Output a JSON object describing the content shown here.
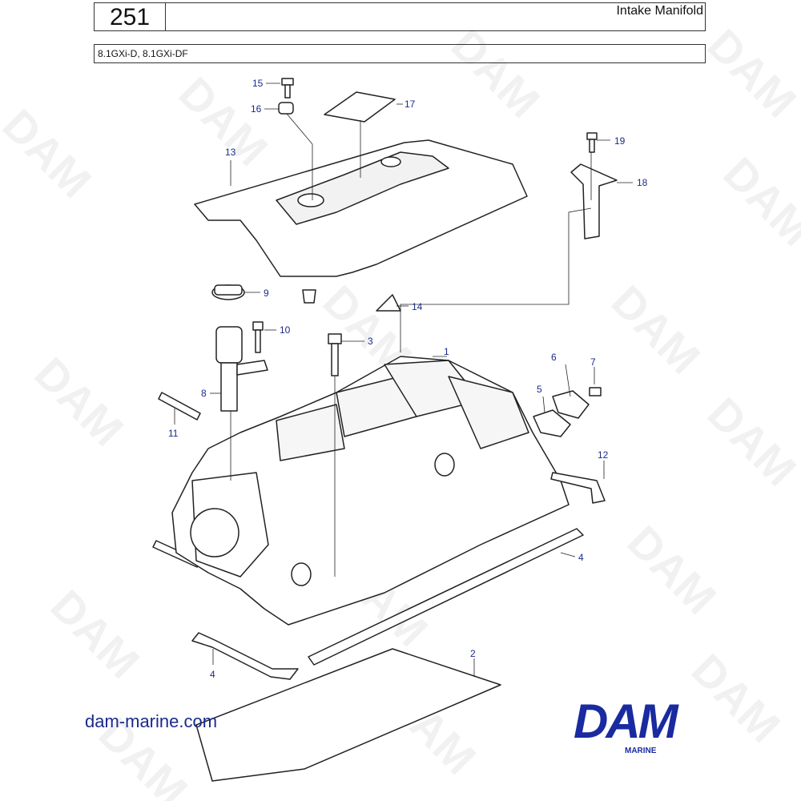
{
  "header": {
    "page_number": "251",
    "title": "Intake Manifold"
  },
  "models": "8.1GXi-D, 8.1GXi-DF",
  "website": "dam-marine.com",
  "brand": {
    "logo": "DAM",
    "subtitle": "MARINE",
    "color": "#1a2aa0"
  },
  "watermark_text": "DAM",
  "callout_color": "#1a2a8c",
  "callouts": [
    "15",
    "16",
    "17",
    "13",
    "19",
    "18",
    "9",
    "10",
    "3",
    "1",
    "6",
    "7",
    "5",
    "8",
    "11",
    "12",
    "4",
    "4",
    "2",
    "14"
  ]
}
